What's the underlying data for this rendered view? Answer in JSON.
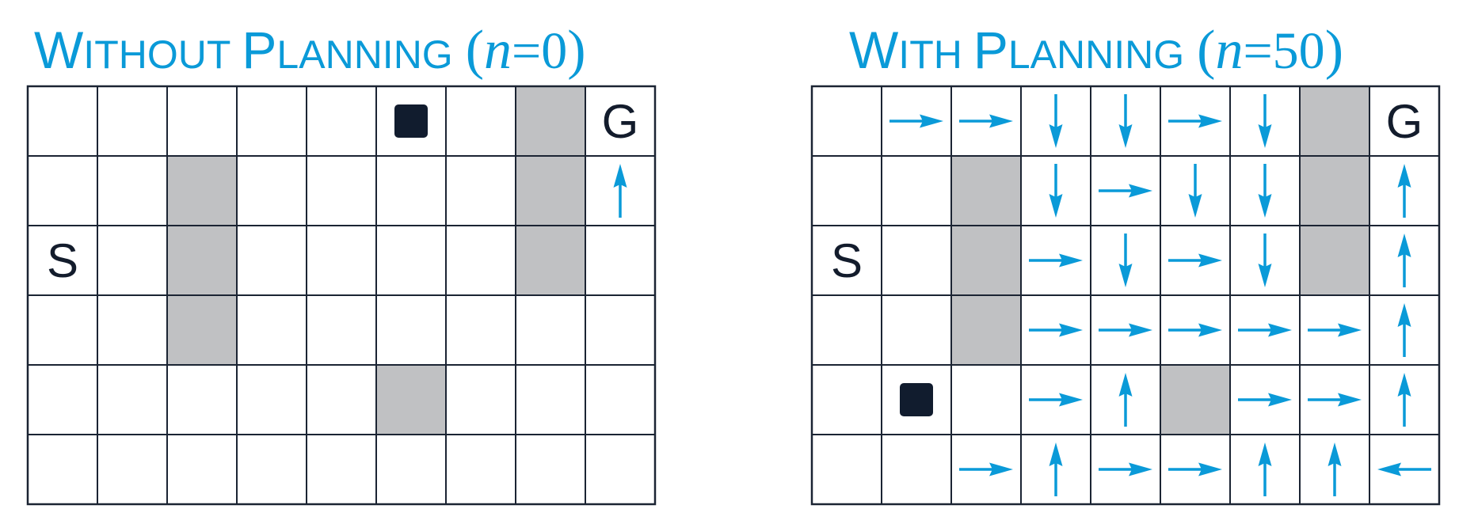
{
  "colors": {
    "title": "#0a9ad8",
    "arrow": "#0a9ad8",
    "grid_line": "#1b2433",
    "obstacle": "#c0c1c3",
    "agent": "#111c2e",
    "letter": "#131c2c",
    "background": "#ffffff"
  },
  "panels": [
    {
      "title": {
        "w_cap": "W",
        "w_rest": "ITHOUT",
        "p_cap": "P",
        "p_rest": "LANNING",
        "open_paren": "(",
        "n_var": "n",
        "eq_value": "=0",
        "close_paren": ")"
      },
      "rows": 6,
      "cols": 9,
      "start": {
        "label": "S",
        "row": 2,
        "col": 0
      },
      "goal": {
        "label": "G",
        "row": 0,
        "col": 8
      },
      "agent": {
        "row": 0,
        "col": 5
      },
      "obstacles": [
        [
          1,
          2
        ],
        [
          2,
          2
        ],
        [
          3,
          2
        ],
        [
          0,
          7
        ],
        [
          1,
          7
        ],
        [
          2,
          7
        ],
        [
          4,
          5
        ]
      ],
      "arrows": [
        {
          "row": 1,
          "col": 8,
          "dir": "up"
        }
      ]
    },
    {
      "title": {
        "w_cap": "W",
        "w_rest": "ITH",
        "p_cap": "P",
        "p_rest": "LANNING",
        "open_paren": "(",
        "n_var": "n",
        "eq_value": "=50",
        "close_paren": ")"
      },
      "rows": 6,
      "cols": 9,
      "start": {
        "label": "S",
        "row": 2,
        "col": 0
      },
      "goal": {
        "label": "G",
        "row": 0,
        "col": 8
      },
      "agent": {
        "row": 4,
        "col": 1
      },
      "obstacles": [
        [
          1,
          2
        ],
        [
          2,
          2
        ],
        [
          3,
          2
        ],
        [
          0,
          7
        ],
        [
          1,
          7
        ],
        [
          2,
          7
        ],
        [
          4,
          5
        ]
      ],
      "arrows": [
        {
          "row": 0,
          "col": 1,
          "dir": "right"
        },
        {
          "row": 0,
          "col": 2,
          "dir": "right"
        },
        {
          "row": 0,
          "col": 3,
          "dir": "down"
        },
        {
          "row": 0,
          "col": 4,
          "dir": "down"
        },
        {
          "row": 0,
          "col": 5,
          "dir": "right"
        },
        {
          "row": 0,
          "col": 6,
          "dir": "down"
        },
        {
          "row": 1,
          "col": 3,
          "dir": "down"
        },
        {
          "row": 1,
          "col": 4,
          "dir": "right"
        },
        {
          "row": 1,
          "col": 5,
          "dir": "down"
        },
        {
          "row": 1,
          "col": 6,
          "dir": "down"
        },
        {
          "row": 1,
          "col": 8,
          "dir": "up"
        },
        {
          "row": 2,
          "col": 3,
          "dir": "right"
        },
        {
          "row": 2,
          "col": 4,
          "dir": "down"
        },
        {
          "row": 2,
          "col": 5,
          "dir": "right"
        },
        {
          "row": 2,
          "col": 6,
          "dir": "down"
        },
        {
          "row": 2,
          "col": 8,
          "dir": "up"
        },
        {
          "row": 3,
          "col": 3,
          "dir": "right"
        },
        {
          "row": 3,
          "col": 4,
          "dir": "right"
        },
        {
          "row": 3,
          "col": 5,
          "dir": "right"
        },
        {
          "row": 3,
          "col": 6,
          "dir": "right"
        },
        {
          "row": 3,
          "col": 7,
          "dir": "right"
        },
        {
          "row": 3,
          "col": 8,
          "dir": "up"
        },
        {
          "row": 4,
          "col": 3,
          "dir": "right"
        },
        {
          "row": 4,
          "col": 4,
          "dir": "up"
        },
        {
          "row": 4,
          "col": 6,
          "dir": "right"
        },
        {
          "row": 4,
          "col": 7,
          "dir": "right"
        },
        {
          "row": 4,
          "col": 8,
          "dir": "up"
        },
        {
          "row": 5,
          "col": 2,
          "dir": "right"
        },
        {
          "row": 5,
          "col": 3,
          "dir": "up"
        },
        {
          "row": 5,
          "col": 4,
          "dir": "right"
        },
        {
          "row": 5,
          "col": 5,
          "dir": "right"
        },
        {
          "row": 5,
          "col": 6,
          "dir": "up"
        },
        {
          "row": 5,
          "col": 7,
          "dir": "up"
        },
        {
          "row": 5,
          "col": 8,
          "dir": "left"
        }
      ]
    }
  ]
}
